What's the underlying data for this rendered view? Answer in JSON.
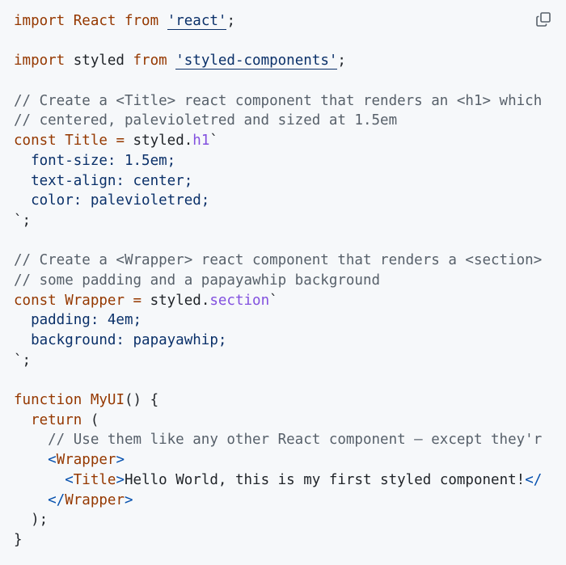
{
  "code": {
    "language": "jsx",
    "copy_icon": "copy-icon",
    "lines": [
      [
        {
          "t": "import",
          "c": "kw"
        },
        {
          "t": " React ",
          "c": "ident"
        },
        {
          "t": "from",
          "c": "kw"
        },
        {
          "t": " ",
          "c": "plain"
        },
        {
          "t": "'react'",
          "c": "str"
        },
        {
          "t": ";",
          "c": "plain"
        }
      ],
      [],
      [
        {
          "t": "import",
          "c": "kw"
        },
        {
          "t": " styled ",
          "c": "plain"
        },
        {
          "t": "from",
          "c": "kw"
        },
        {
          "t": " ",
          "c": "plain"
        },
        {
          "t": "'styled-components'",
          "c": "str"
        },
        {
          "t": ";",
          "c": "plain"
        }
      ],
      [],
      [
        {
          "t": "// Create a <Title> react component that renders an <h1> which",
          "c": "com"
        }
      ],
      [
        {
          "t": "// centered, palevioletred and sized at 1.5em",
          "c": "com"
        }
      ],
      [
        {
          "t": "const",
          "c": "kw"
        },
        {
          "t": " Title ",
          "c": "ident"
        },
        {
          "t": "=",
          "c": "kw"
        },
        {
          "t": " styled.",
          "c": "plain"
        },
        {
          "t": "h1",
          "c": "fn"
        },
        {
          "t": "`",
          "c": "plain"
        }
      ],
      [
        {
          "t": "  font-size: 1.5em;",
          "c": "prop"
        }
      ],
      [
        {
          "t": "  text-align: center;",
          "c": "prop"
        }
      ],
      [
        {
          "t": "  color: palevioletred;",
          "c": "prop"
        }
      ],
      [
        {
          "t": "`;",
          "c": "plain"
        }
      ],
      [],
      [
        {
          "t": "// Create a <Wrapper> react component that renders a <section>",
          "c": "com"
        }
      ],
      [
        {
          "t": "// some padding and a papayawhip background",
          "c": "com"
        }
      ],
      [
        {
          "t": "const",
          "c": "kw"
        },
        {
          "t": " Wrapper ",
          "c": "ident"
        },
        {
          "t": "=",
          "c": "kw"
        },
        {
          "t": " styled.",
          "c": "plain"
        },
        {
          "t": "section",
          "c": "fn"
        },
        {
          "t": "`",
          "c": "plain"
        }
      ],
      [
        {
          "t": "  padding: 4em;",
          "c": "prop"
        }
      ],
      [
        {
          "t": "  background: papayawhip;",
          "c": "prop"
        }
      ],
      [
        {
          "t": "`;",
          "c": "plain"
        }
      ],
      [],
      [
        {
          "t": "function",
          "c": "kw"
        },
        {
          "t": " MyUI",
          "c": "ident"
        },
        {
          "t": "() {",
          "c": "plain"
        }
      ],
      [
        {
          "t": "  ",
          "c": "plain"
        },
        {
          "t": "return",
          "c": "kw"
        },
        {
          "t": " (",
          "c": "plain"
        }
      ],
      [
        {
          "t": "    // Use them like any other React component – except they'r",
          "c": "com"
        }
      ],
      [
        {
          "t": "    ",
          "c": "plain"
        },
        {
          "t": "<",
          "c": "punct-blue"
        },
        {
          "t": "Wrapper",
          "c": "tag"
        },
        {
          "t": ">",
          "c": "punct-blue"
        }
      ],
      [
        {
          "t": "      ",
          "c": "plain"
        },
        {
          "t": "<",
          "c": "punct-blue"
        },
        {
          "t": "Title",
          "c": "tag"
        },
        {
          "t": ">",
          "c": "punct-blue"
        },
        {
          "t": "Hello World, this is my first styled component!",
          "c": "plain"
        },
        {
          "t": "</",
          "c": "punct-blue"
        }
      ],
      [
        {
          "t": "    ",
          "c": "plain"
        },
        {
          "t": "</",
          "c": "punct-blue"
        },
        {
          "t": "Wrapper",
          "c": "tag"
        },
        {
          "t": ">",
          "c": "punct-blue"
        }
      ],
      [
        {
          "t": "  );",
          "c": "plain"
        }
      ],
      [
        {
          "t": "}",
          "c": "plain"
        }
      ]
    ]
  }
}
